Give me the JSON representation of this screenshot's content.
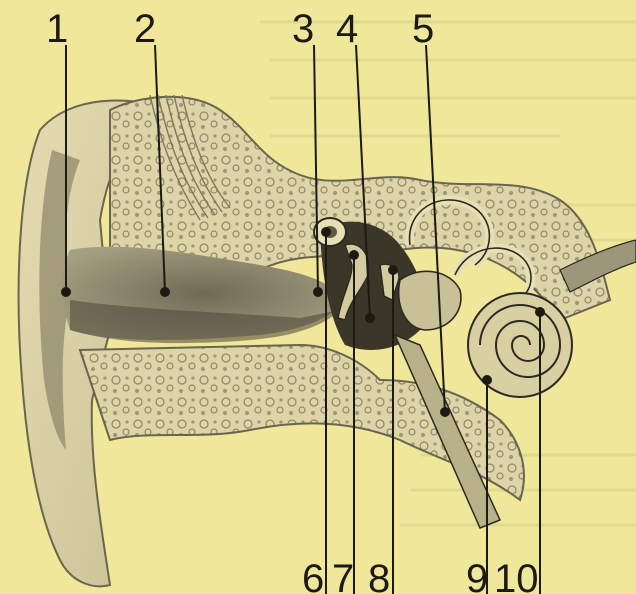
{
  "labels_top": [
    {
      "id": "1",
      "text": "1"
    },
    {
      "id": "2",
      "text": "2"
    },
    {
      "id": "3",
      "text": "3"
    },
    {
      "id": "4",
      "text": "4"
    },
    {
      "id": "5",
      "text": "5"
    }
  ],
  "labels_bottom": [
    {
      "id": "6",
      "text": "6"
    },
    {
      "id": "7",
      "text": "7"
    },
    {
      "id": "8",
      "text": "8"
    },
    {
      "id": "9",
      "text": "9"
    },
    {
      "id": "10",
      "text": "10"
    }
  ],
  "colors": {
    "background": "#efe79a",
    "tissue": "#d9d1a0",
    "shadow": "#3a3628",
    "ink": "#1c1a12"
  }
}
